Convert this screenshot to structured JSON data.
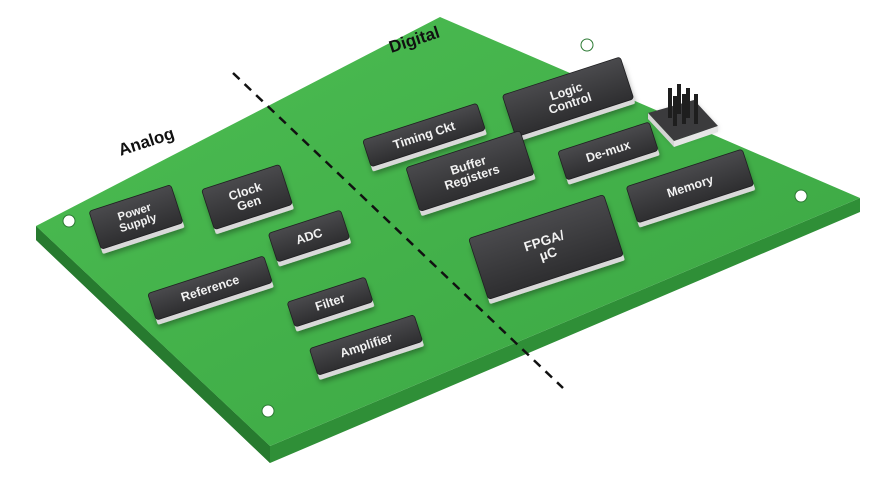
{
  "labels": {
    "analog": "Analog",
    "digital": "Digital"
  },
  "colors": {
    "board_top": "#43b24a",
    "board_edge": "#2c8a35",
    "board_edge_dark": "#236e2a",
    "chip_body": "#3b3b3d",
    "chip_base": "#d9d9d9",
    "chip_text": "#f2f2f2",
    "divider": "#111111"
  },
  "components": [
    {
      "id": "power-supply",
      "lines": [
        "Power",
        "Supply"
      ]
    },
    {
      "id": "clock-gen",
      "lines": [
        "Clock",
        "Gen"
      ]
    },
    {
      "id": "adc",
      "lines": [
        "ADC"
      ]
    },
    {
      "id": "reference",
      "lines": [
        "Reference"
      ]
    },
    {
      "id": "filter",
      "lines": [
        "Filter"
      ]
    },
    {
      "id": "amplifier",
      "lines": [
        "Amplifier"
      ]
    },
    {
      "id": "timing-ckt",
      "lines": [
        "Timing Ckt"
      ]
    },
    {
      "id": "logic-control",
      "lines": [
        "Logic",
        "Control"
      ]
    },
    {
      "id": "buffer-registers",
      "lines": [
        "Buffer",
        "Registers"
      ]
    },
    {
      "id": "de-mux",
      "lines": [
        "De-mux"
      ]
    },
    {
      "id": "memory",
      "lines": [
        "Memory"
      ]
    },
    {
      "id": "fpga",
      "lines": [
        "FPGA/",
        "µC"
      ]
    }
  ]
}
